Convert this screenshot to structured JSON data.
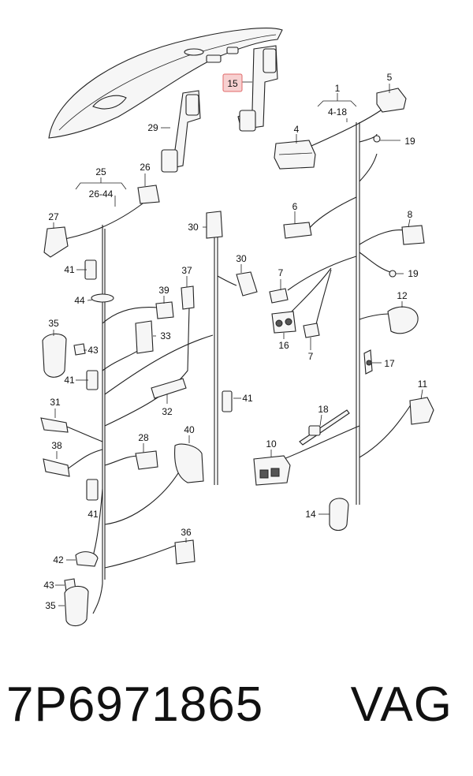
{
  "labels": {
    "l1": "1",
    "l1r": "4-18",
    "l4": "4",
    "l5": "5",
    "l6": "6",
    "l7a": "7",
    "l7b": "7",
    "l8": "8",
    "l10": "10",
    "l11": "11",
    "l12": "12",
    "l14": "14",
    "l15": "15",
    "l16": "16",
    "l17": "17",
    "l18": "18",
    "l19a": "19",
    "l19b": "19",
    "l25": "25",
    "l25r": "26-44",
    "l26": "26",
    "l27": "27",
    "l28": "28",
    "l29": "29",
    "l30a": "30",
    "l30b": "30",
    "l31": "31",
    "l32": "32",
    "l33": "33",
    "l35a": "35",
    "l35b": "35",
    "l36": "36",
    "l37": "37",
    "l38": "38",
    "l39": "39",
    "l40": "40",
    "l41a": "41",
    "l41b": "41",
    "l41c": "41",
    "l41d": "41",
    "l42": "42",
    "l43a": "43",
    "l43b": "43",
    "l44": "44"
  },
  "footer": {
    "part_number": "7P6971865",
    "brand": "VAG"
  },
  "colors": {
    "highlight_fill": "#f7d0d0",
    "highlight_stroke": "#e06a6a"
  }
}
